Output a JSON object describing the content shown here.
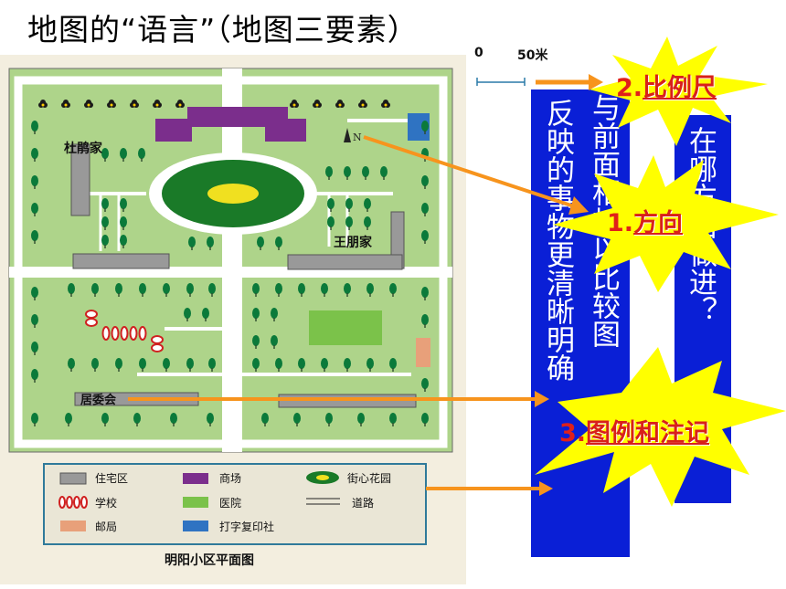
{
  "slide": {
    "title": "地图的“语言”（地图三要素）",
    "scale_bar": {
      "zero": "0",
      "distance": "50米"
    },
    "elements": {
      "scale": {
        "num": "2.",
        "label": "比例尺"
      },
      "direction": {
        "num": "1.",
        "label": "方向"
      },
      "legend": {
        "num": "3.",
        "label": "图例和注记"
      }
    },
    "colbar_1": "反映的事物更清晰明确",
    "colbar_2": "与前面相加以比较图",
    "colbar_3": "在哪方面做进？",
    "colors": {
      "bar_blue": "#0a1fd6",
      "star_yellow": "#ffff00",
      "arrow_orange": "#f7941d",
      "label_red": "#e0201a"
    }
  },
  "map": {
    "north_label": "N",
    "labels": {
      "du": "杜鹃家",
      "wang": "王朋家",
      "committee": "居委会"
    },
    "legend": {
      "residential": "住宅区",
      "mall": "商场",
      "garden": "街心花园",
      "school": "学校",
      "hospital": "医院",
      "road": "道路",
      "post": "邮局",
      "print": "打字复印社"
    },
    "caption": "明阳小区平面图"
  }
}
